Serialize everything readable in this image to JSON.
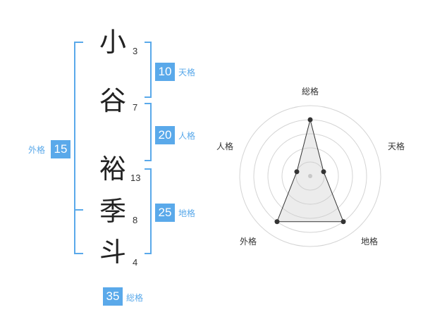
{
  "name": {
    "chars": [
      {
        "char": "小",
        "strokes": "3"
      },
      {
        "char": "谷",
        "strokes": "7"
      },
      {
        "char": "裕",
        "strokes": "13"
      },
      {
        "char": "季",
        "strokes": "8"
      },
      {
        "char": "斗",
        "strokes": "4"
      }
    ]
  },
  "fortunes": {
    "tenkaku": {
      "value": "10",
      "label": "天格"
    },
    "jinkaku": {
      "value": "20",
      "label": "人格"
    },
    "chikaku": {
      "value": "25",
      "label": "地格"
    },
    "gaikaku": {
      "value": "15",
      "label": "外格"
    },
    "soukaku": {
      "value": "35",
      "label": "総格"
    }
  },
  "radar": {
    "axes": [
      "総格",
      "天格",
      "地格",
      "外格",
      "人格"
    ],
    "levels": 5,
    "values": [
      4,
      1,
      4,
      4,
      1
    ],
    "accent_color": "#5aa9ea"
  }
}
